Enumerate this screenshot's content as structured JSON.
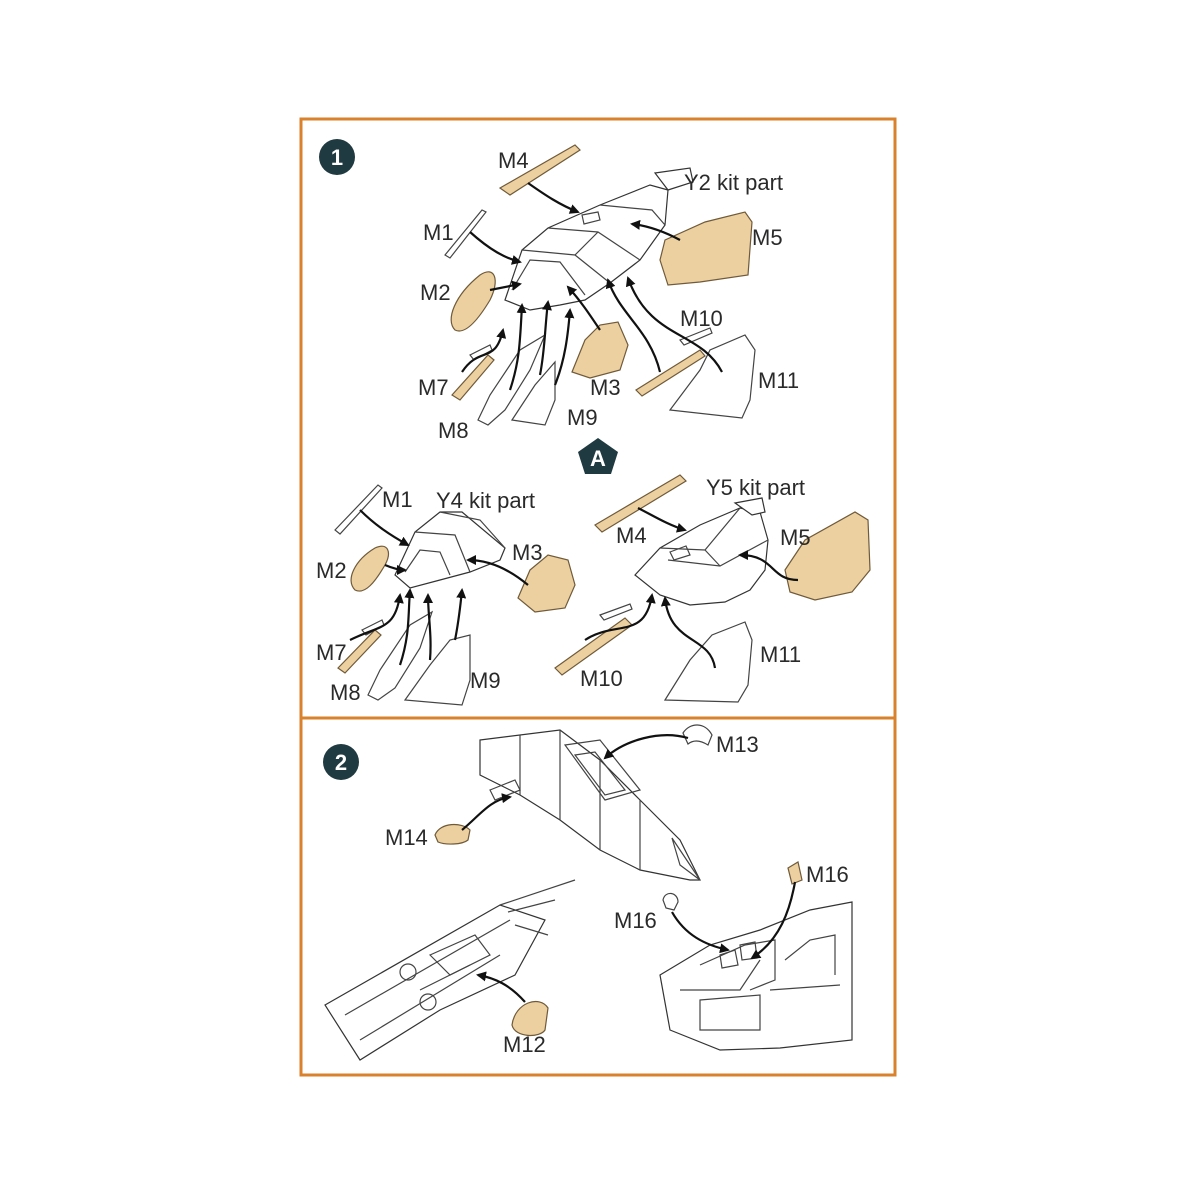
{
  "colors": {
    "frame": "#d9822b",
    "badge": "#1f3a40",
    "mask": "#edd0a0"
  },
  "step1": {
    "number": "1",
    "top": {
      "kit_part": "Y2 kit part",
      "labels": {
        "m4": "M4",
        "m1": "M1",
        "m2": "M2",
        "m5": "M5",
        "m10": "M10",
        "m7": "M7",
        "m3": "M3",
        "m11": "M11",
        "m8": "M8",
        "m9": "M9"
      }
    },
    "variant_marker": "A",
    "left": {
      "kit_part": "Y4 kit part",
      "labels": {
        "m1": "M1",
        "m2": "M2",
        "m3": "M3",
        "m7": "M7",
        "m8": "M8",
        "m9": "M9"
      }
    },
    "right": {
      "kit_part": "Y5 kit part",
      "labels": {
        "m4": "M4",
        "m5": "M5",
        "m10": "M10",
        "m11": "M11"
      }
    }
  },
  "step2": {
    "number": "2",
    "labels": {
      "m13": "M13",
      "m14": "M14",
      "m16a": "M16",
      "m16b": "M16",
      "m12": "M12"
    }
  }
}
